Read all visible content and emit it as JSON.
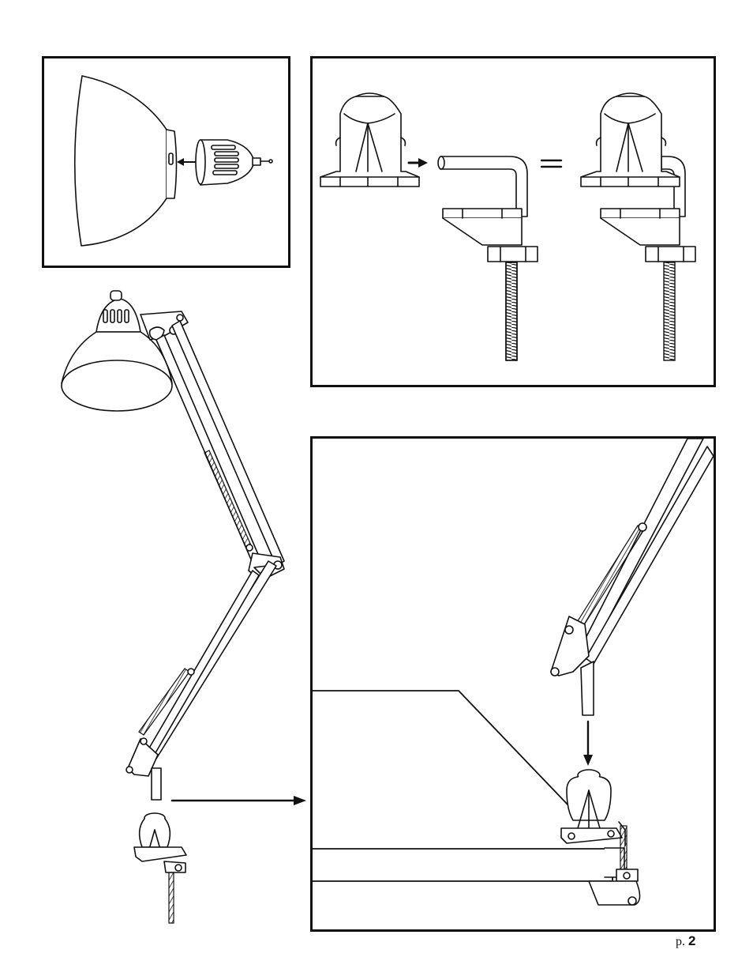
{
  "page": {
    "number_prefix": "p.",
    "number": "2"
  },
  "figures": [
    {
      "name": "shade-and-socket-assembly-panel"
    },
    {
      "name": "base-and-clamp-assembly-panel"
    },
    {
      "name": "full-lamp-illustration"
    },
    {
      "name": "clamp-mount-to-table-panel"
    }
  ],
  "icons": [
    "double-arrow-icon",
    "right-arrow-icon",
    "equals-icon",
    "down-arrow-icon"
  ]
}
